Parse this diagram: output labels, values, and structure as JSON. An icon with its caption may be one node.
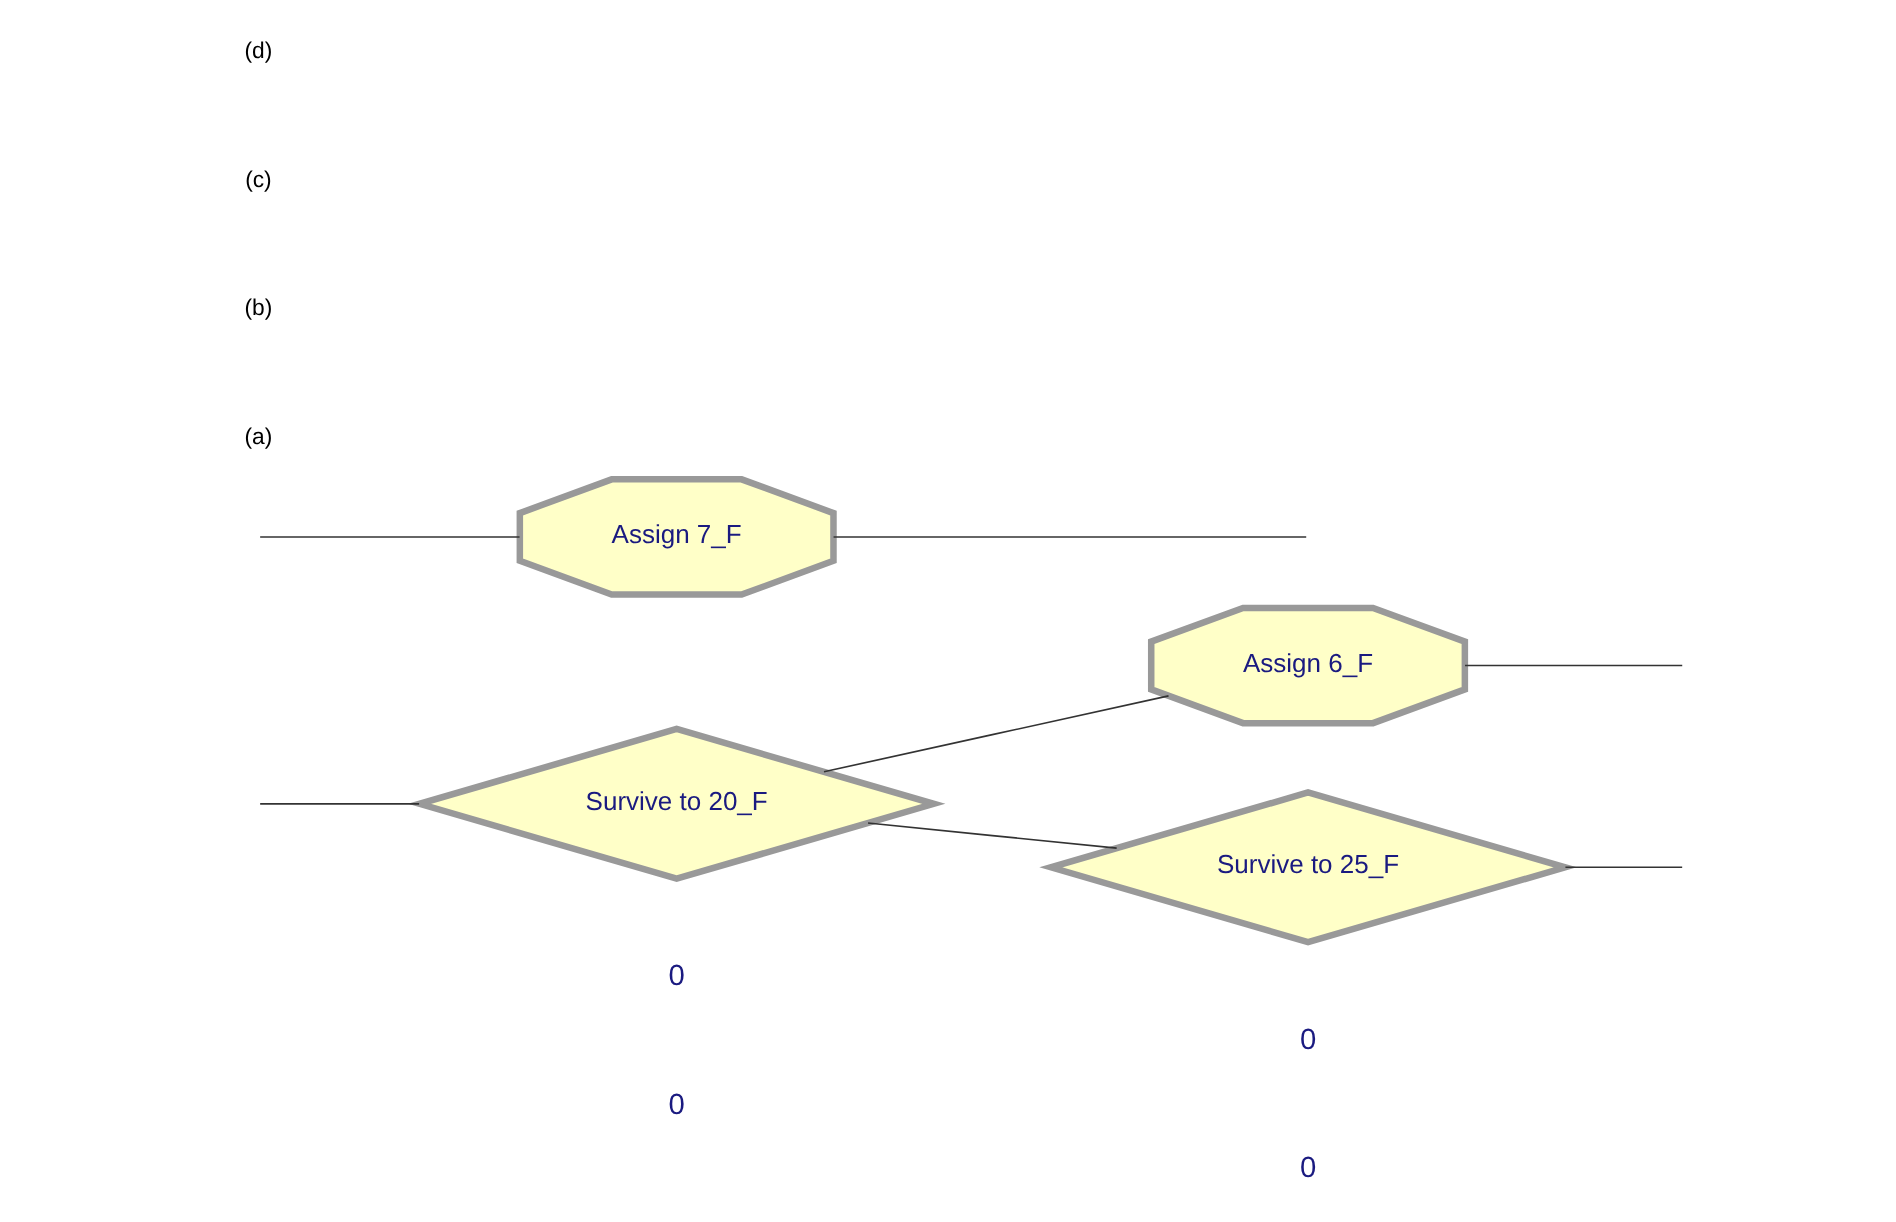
{
  "diagram": {
    "nodes": [
      {
        "text": [
          "Survive to 20_F"
        ],
        "beside": [
          "0",
          "0"
        ]
      },
      {
        "text": [
          "Assign 6_F"
        ]
      },
      {
        "text": [
          "Survive to 25_F"
        ],
        "beside": [
          "0",
          "0"
        ]
      },
      {
        "text": [
          "Assign 7_F"
        ]
      }
    ],
    "edges": [
      {
        "from": null,
        "to": 0,
        "arrow": "none"
      },
      {
        "from": 0,
        "to": 2,
        "arrow": "none"
      },
      {
        "from": 0,
        "to": 1,
        "arrow": "none"
      },
      {
        "from": 1,
        "to": null,
        "arrow": "none"
      },
      {
        "from": 2,
        "to": null,
        "arrow": "none"
      },
      {
        "from": null,
        "to": 3,
        "arrow": "none"
      },
      {
        "from": 3,
        "to": null,
        "arrow": "none"
      }
    ],
    "labels": [
      "(a)",
      "(b)",
      "(c)",
      "(d)"
    ]
  }
}
